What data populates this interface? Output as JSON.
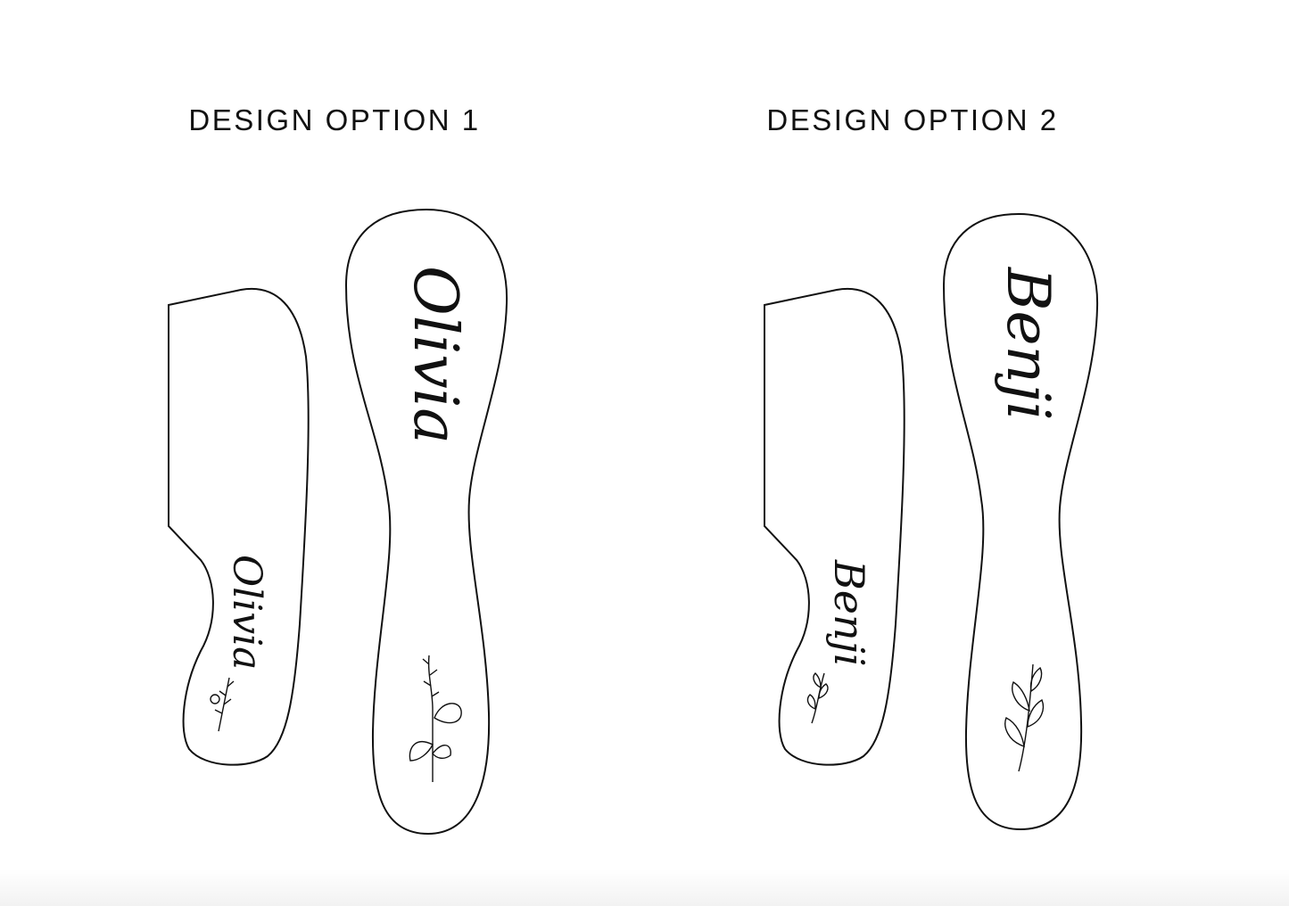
{
  "options": [
    {
      "title": "DESIGN OPTION 1",
      "name": "Olivia",
      "motif": "wildflower-icon"
    },
    {
      "title": "DESIGN OPTION 2",
      "name": "Benji",
      "motif": "leaf-sprig-icon"
    }
  ],
  "colors": {
    "ink": "#111111",
    "background": "#ffffff"
  }
}
